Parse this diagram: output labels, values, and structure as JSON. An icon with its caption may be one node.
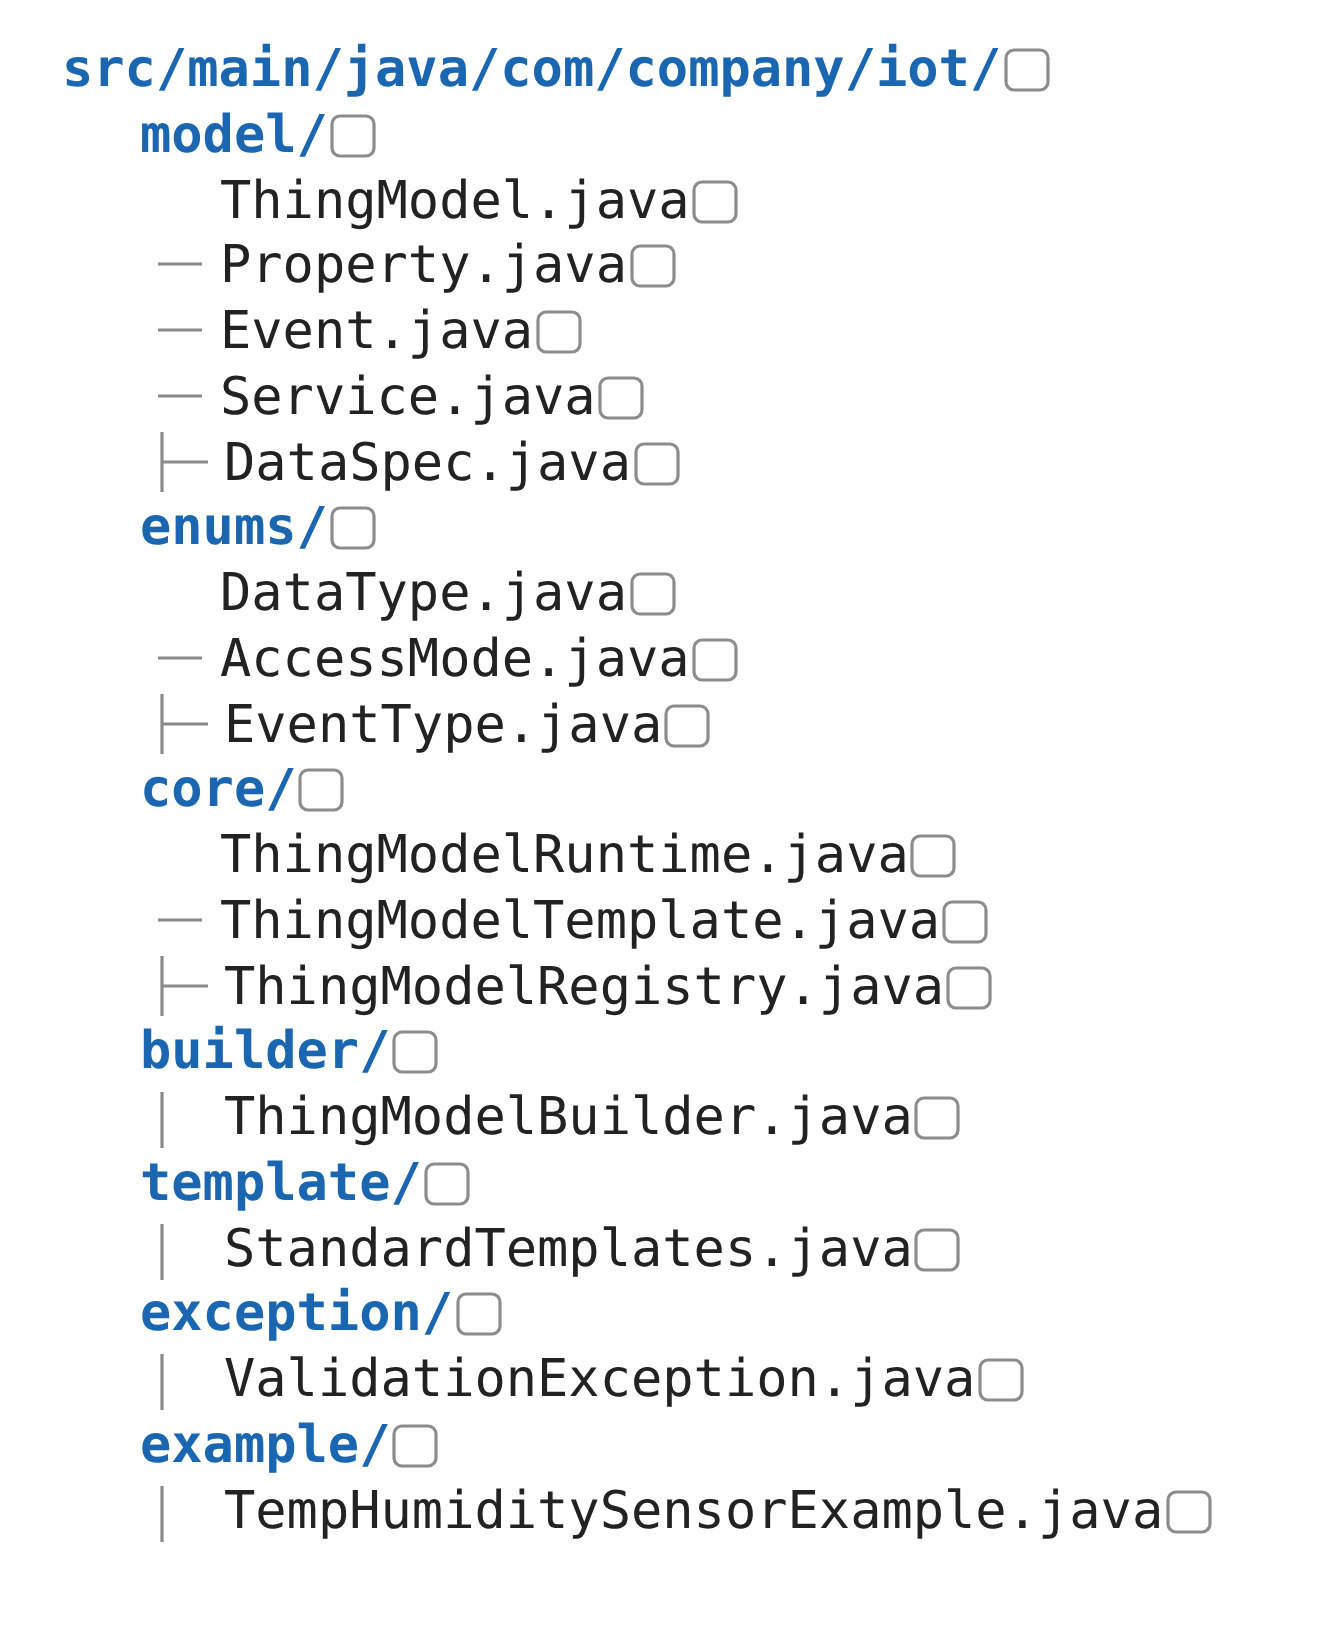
{
  "diagram": {
    "labels": [
      "src/main/java/com/company/iot/",
      "model/",
      "ThingModel.java",
      "Property.java",
      "Event.java",
      "Service.java",
      "DataSpec.java",
      "enums/",
      "DataType.java",
      "AccessMode.java",
      "EventType.java",
      "core/",
      "ThingModelRuntime.java",
      "ThingModelTemplate.java",
      "ThingModelRegistry.java",
      "builder/",
      "ThingModelBuilder.java",
      "template/",
      "StandardTemplates.java",
      "exception/",
      "ValidationException.java",
      "example/",
      "TempHumiditySensorExample.java"
    ]
  }
}
